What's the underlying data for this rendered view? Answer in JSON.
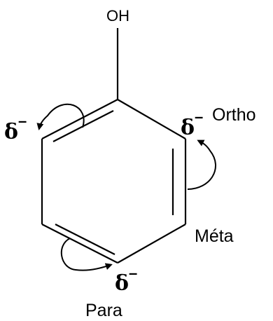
{
  "molecule": {
    "substituent_label": "OH",
    "delta_symbol": "δ",
    "delta_charge": "–",
    "positions": {
      "ortho": "Ortho",
      "meta": "Méta",
      "para": "Para"
    }
  },
  "colors": {
    "ink": "#000000",
    "background": "#ffffff"
  }
}
